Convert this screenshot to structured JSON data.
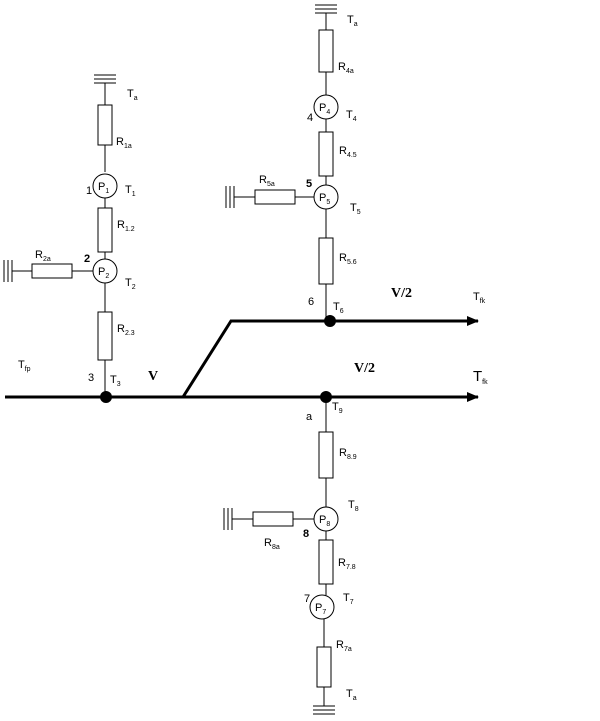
{
  "ground_icon": "ground-symbol-icon",
  "terminals": {
    "Ta_top_left": {
      "main": "T",
      "sub": "a"
    },
    "Ta_top_right": {
      "main": "T",
      "sub": "a"
    },
    "Ta_bottom": {
      "main": "T",
      "sub": "a"
    }
  },
  "resistors": {
    "R1a": {
      "main": "R",
      "sub": "1a"
    },
    "R12": {
      "main": "R",
      "sub": "1.2"
    },
    "R2a": {
      "main": "R",
      "sub": "2a"
    },
    "R23": {
      "main": "R",
      "sub": "2.3"
    },
    "R4a": {
      "main": "R",
      "sub": "4a"
    },
    "R45": {
      "main": "R",
      "sub": "4.5"
    },
    "R5a": {
      "main": "R",
      "sub": "5a"
    },
    "R56": {
      "main": "R",
      "sub": "5.6"
    },
    "R89": {
      "main": "R",
      "sub": "8.9"
    },
    "R8a": {
      "main": "R",
      "sub": "8a"
    },
    "R78": {
      "main": "R",
      "sub": "7.8"
    },
    "R7a": {
      "main": "R",
      "sub": "7a"
    }
  },
  "nodes": {
    "P1": {
      "main": "P",
      "sub": "1",
      "num": "1",
      "temp": "T",
      "temp_sub": "1"
    },
    "P2": {
      "main": "P",
      "sub": "2",
      "num": "2",
      "temp": "T",
      "temp_sub": "2"
    },
    "P4": {
      "main": "P",
      "sub": "4",
      "num": "4",
      "temp": "T",
      "temp_sub": "4"
    },
    "P5": {
      "main": "P",
      "sub": "5",
      "num": "5",
      "temp": "T",
      "temp_sub": "5"
    },
    "P8": {
      "main": "P",
      "sub": "8",
      "num": "8",
      "temp": "T",
      "temp_sub": "8"
    },
    "P7": {
      "main": "P",
      "sub": "7",
      "num": "7",
      "temp": "T",
      "temp_sub": "7"
    }
  },
  "junctions": {
    "n3": {
      "num": "3",
      "temp": "T",
      "temp_sub": "3"
    },
    "n6": {
      "num": "6",
      "temp": "T",
      "temp_sub": "6"
    },
    "n9": {
      "num": "a",
      "temp": "T",
      "temp_sub": "9"
    }
  },
  "flow": {
    "inlet": {
      "main": "T",
      "sub": "fp"
    },
    "V": "V",
    "upper_half": "V/2",
    "lower_half": "V/2",
    "outlet_upper": {
      "main": "T",
      "sub": "fk"
    },
    "outlet_lower": {
      "main": "T",
      "sub": "fk"
    }
  }
}
